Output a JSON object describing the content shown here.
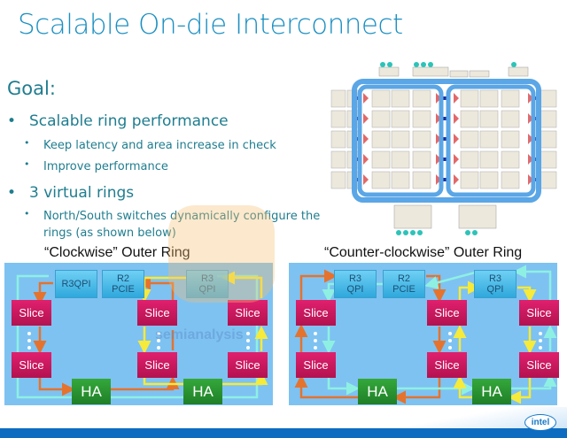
{
  "slide": {
    "title": "Scalable On-die Interconnect",
    "goal_heading": "Goal:",
    "bullets": [
      {
        "text": "Scalable ring performance",
        "sub": [
          "Keep latency and area increase in check",
          "Improve performance"
        ]
      },
      {
        "text": "3 virtual rings",
        "sub": [
          "North/South switches dynamically configure the",
          "rings (as shown below)"
        ]
      }
    ],
    "bullet_glyph": "•",
    "watermark": "semianalysis",
    "logo": "intel"
  },
  "die_diagram": {
    "description": "Die floorplan with core/cache tiles and blue ring interconnect loops",
    "colors": {
      "ring": "#5aa6e6",
      "tile": "#ece8dc",
      "stop": "#e2696a",
      "io": "#2cc3b8"
    }
  },
  "rings": [
    {
      "caption": "“Clockwise” Outer Ring",
      "nodes": {
        "r3_left": [
          "R3",
          "QPI"
        ],
        "r2": [
          "R2",
          "PCIE"
        ],
        "r3_right": [
          "R3",
          "QPI"
        ],
        "slice": "Slice",
        "ha": "HA"
      }
    },
    {
      "caption": "“Counter-clockwise” Outer Ring",
      "nodes": {
        "r3_left": [
          "R3",
          "QPI"
        ],
        "r2": [
          "R2",
          "PCIE"
        ],
        "r3_right": [
          "R3",
          "QPI"
        ],
        "slice": "Slice",
        "ha": "HA"
      }
    }
  ],
  "colors": {
    "title": "#1b8fc2",
    "text": "#1f7d8f",
    "panel": "#7ec2f2",
    "slice": "#c8175c",
    "ha": "#2a9431",
    "io": "#3bb4e6",
    "ring_orange": "#e5732e",
    "ring_cyan": "#8ef0e2",
    "ring_yellow": "#f6ea3a",
    "footer": "#0d6cc0"
  }
}
